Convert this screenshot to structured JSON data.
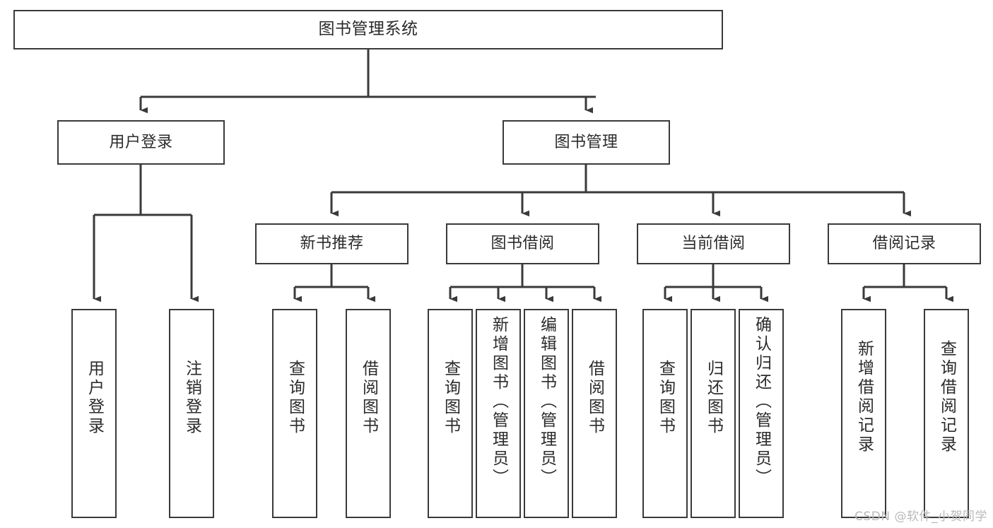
{
  "diagram": {
    "title": "图书管理系统",
    "watermark": "CSDN @软件_小贺同学",
    "line_color": "#3a3a3a",
    "box_fill": "#ffffff",
    "text_color": "#2b2b2b",
    "levels": {
      "root": "图书管理系统",
      "level2": [
        "用户登录",
        "图书管理"
      ],
      "level3": [
        "新书推荐",
        "图书借阅",
        "当前借阅",
        "借阅记录"
      ]
    },
    "nodes": {
      "root": {
        "label": "图书管理系统"
      },
      "user_login": {
        "label": "用户登录"
      },
      "book_manage": {
        "label": "图书管理"
      },
      "new_book_rec": {
        "label": "新书推荐"
      },
      "book_borrow": {
        "label": "图书借阅"
      },
      "current_borrow": {
        "label": "当前借阅"
      },
      "borrow_record": {
        "label": "借阅记录"
      },
      "leaf_user_login": {
        "label": "用户登录"
      },
      "leaf_logout": {
        "label": "注销登录"
      },
      "leaf_query_book_1": {
        "label": "查询图书"
      },
      "leaf_borrow_book_1": {
        "label": "借阅图书"
      },
      "leaf_query_book_2": {
        "label": "查询图书"
      },
      "leaf_add_book_admin": {
        "label": "新增图书（管理员）"
      },
      "leaf_edit_book_admin": {
        "label": "编辑图书（管理员）"
      },
      "leaf_borrow_book_2": {
        "label": "借阅图书"
      },
      "leaf_query_book_3": {
        "label": "查询图书"
      },
      "leaf_return_book": {
        "label": "归还图书"
      },
      "leaf_confirm_return_admin": {
        "label": "确认归还（管理员）"
      },
      "leaf_add_record": {
        "label": "新增借阅记录"
      },
      "leaf_query_record": {
        "label": "查询借阅记录"
      }
    }
  }
}
